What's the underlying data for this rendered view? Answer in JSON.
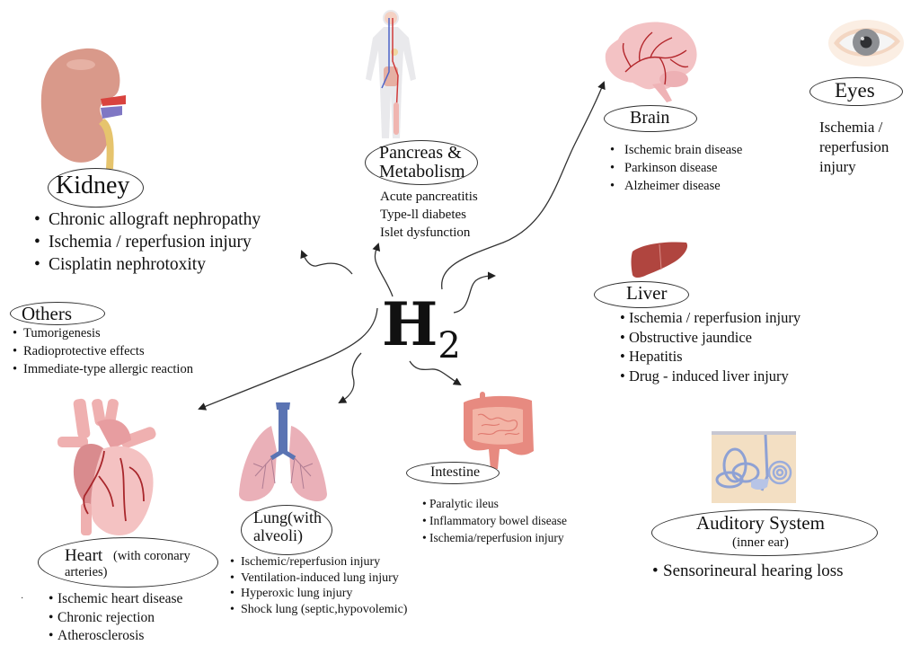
{
  "center": {
    "label_main": "H",
    "label_sub": "2"
  },
  "organs": {
    "kidney": {
      "title": "Kidney",
      "icon": "kidney-icon",
      "items": [
        "Chronic allograft nephropathy",
        "Ischemia / reperfusion injury",
        "Cisplatin nephrotoxity"
      ]
    },
    "pancreas": {
      "title_line1": "Pancreas &",
      "title_line2": "Metabolism",
      "icon": "human-body-icon",
      "items": [
        "Acute pancreatitis",
        "Type-ll diabetes",
        "Islet dysfunction"
      ]
    },
    "brain": {
      "title": "Brain",
      "icon": "brain-icon",
      "items": [
        "Ischemic brain disease",
        "Parkinson disease",
        "Alzheimer disease"
      ]
    },
    "eyes": {
      "title": "Eyes",
      "icon": "eye-icon",
      "text_lines": [
        "Ischemia /",
        "reperfusion",
        "injury"
      ]
    },
    "others": {
      "title": "Others",
      "items": [
        "Tumorigenesis",
        "Radioprotective effects",
        "Immediate-type allergic reaction"
      ]
    },
    "liver": {
      "title": "Liver",
      "icon": "liver-icon",
      "items": [
        "Ischemia / reperfusion injury",
        "Obstructive jaundice",
        "Hepatitis",
        "Drug - induced liver injury"
      ]
    },
    "heart": {
      "title": "Heart",
      "subtitle_line1": "(with coronary",
      "subtitle_line2": "arteries)",
      "icon": "heart-icon",
      "items": [
        "Ischemic heart disease",
        "Chronic rejection",
        "Atherosclerosis"
      ]
    },
    "lung": {
      "title_line1": "Lung(with",
      "title_line2": "alveoli)",
      "icon": "lungs-icon",
      "items": [
        "Ischemic/reperfusion injury",
        "Ventilation-induced lung injury",
        "Hyperoxic  lung  injury",
        "Shock lung (septic,hypovolemic)"
      ]
    },
    "intestine": {
      "title": "Intestine",
      "icon": "intestine-icon",
      "items": [
        "Paralytic  ileus",
        "Inflammatory bowel disease",
        "Ischemia/reperfusion injury"
      ]
    },
    "auditory": {
      "title": "Auditory System",
      "subtitle": "(inner ear)",
      "icon": "inner-ear-icon",
      "items": [
        "Sensorineural  hearing loss"
      ]
    }
  },
  "colors": {
    "organ_pink": "#f2b8b8",
    "kidney": "#d9998a",
    "liver": "#b0453f",
    "artery_red": "#b3262b",
    "vein_blue": "#6f7fc4",
    "airway_blue": "#5b74b3",
    "ear_bg": "#f3dfc3",
    "ear_blue": "#a9b8dd",
    "intestine": "#e78a80",
    "ink": "#111111"
  }
}
